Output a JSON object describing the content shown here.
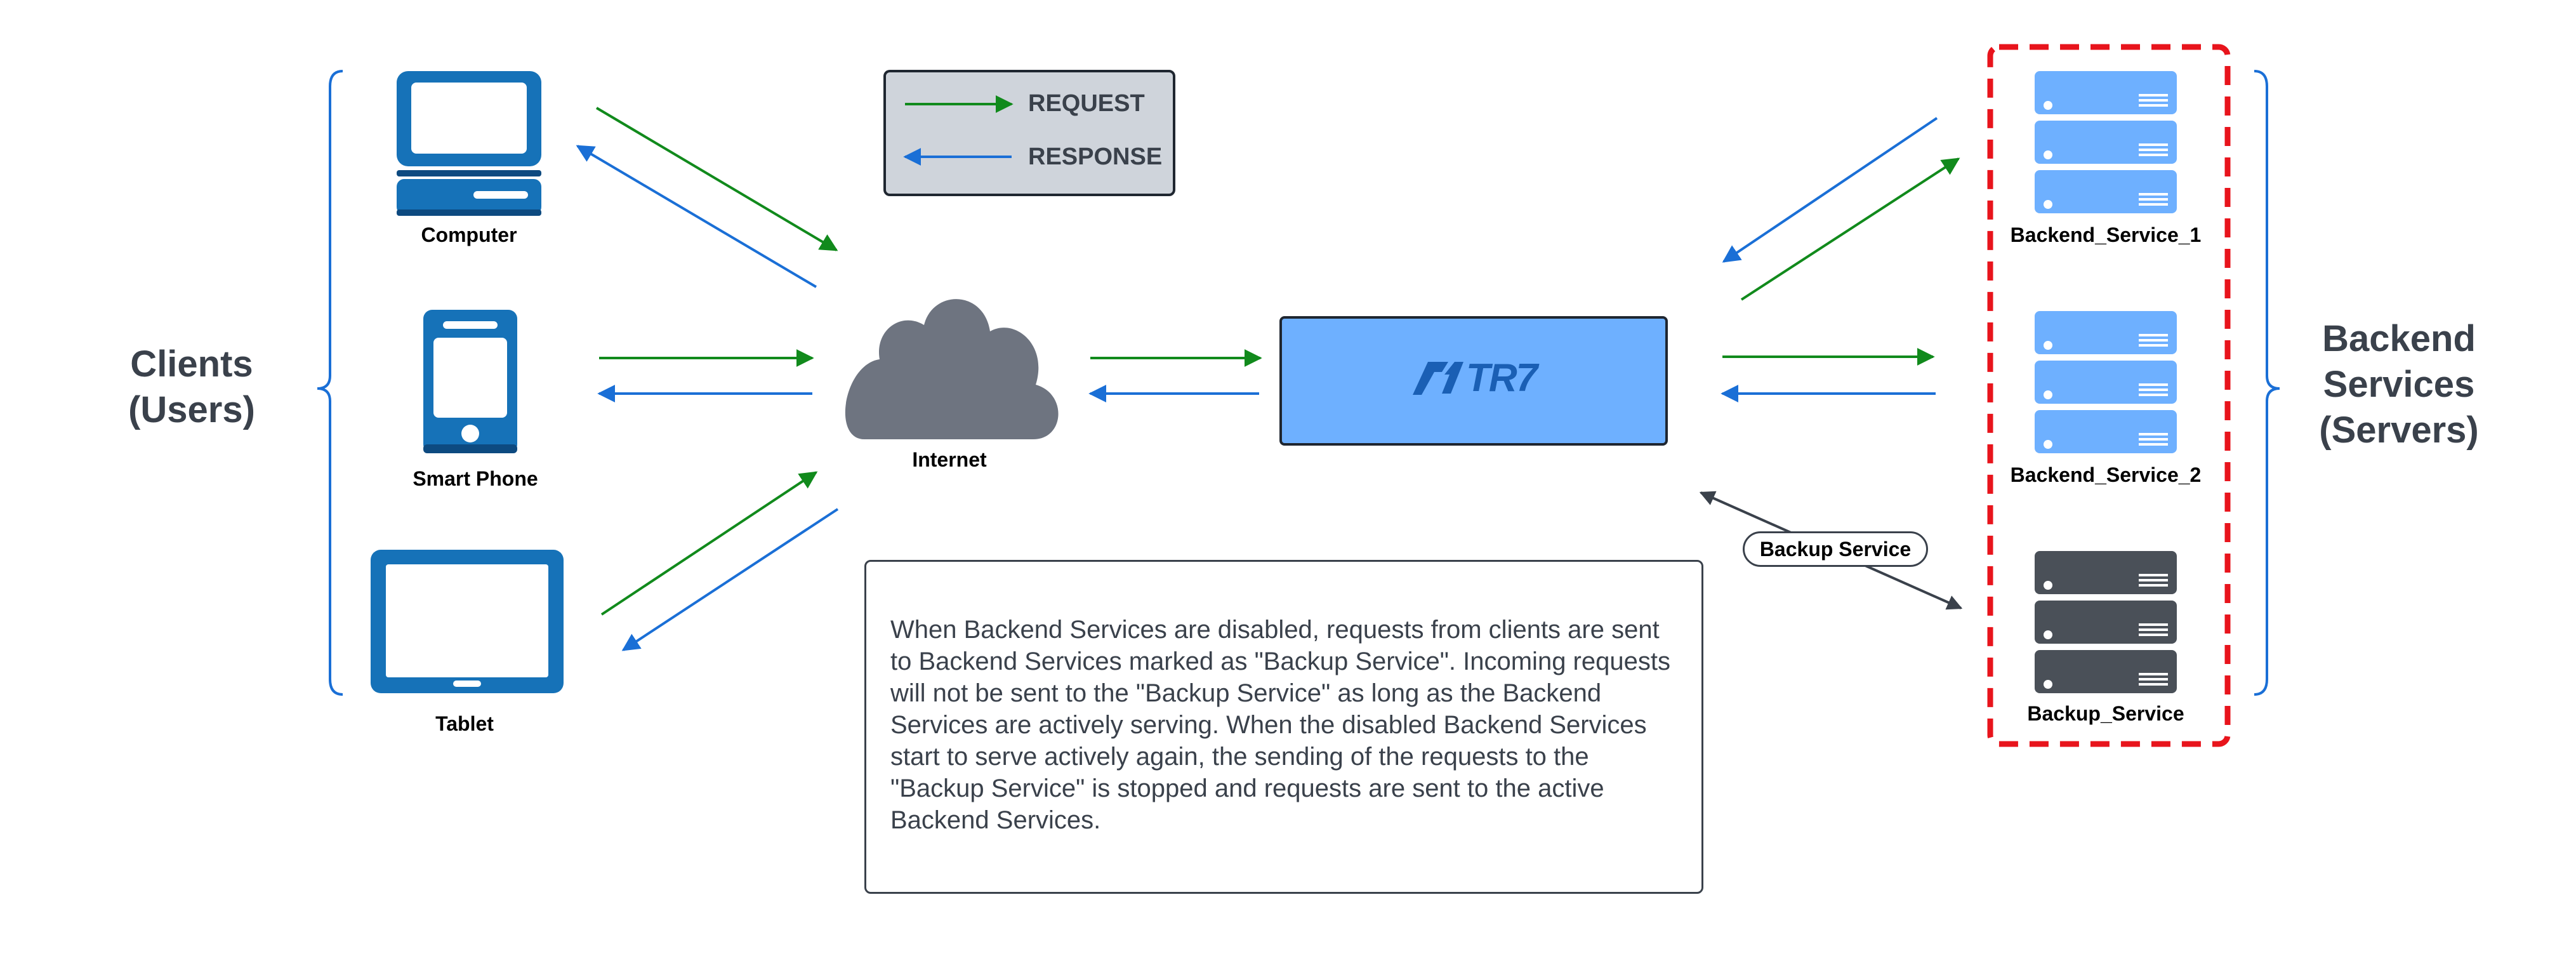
{
  "clients": {
    "title_line1": "Clients",
    "title_line2": "(Users)",
    "devices": [
      {
        "name": "computer",
        "label": "Computer",
        "icon": "computer-icon"
      },
      {
        "name": "smart-phone",
        "label": "Smart Phone",
        "icon": "smartphone-icon"
      },
      {
        "name": "tablet",
        "label": "Tablet",
        "icon": "tablet-icon"
      }
    ]
  },
  "legend": {
    "request_label": "REQUEST",
    "response_label": "RESPONSE"
  },
  "internet": {
    "label": "Internet",
    "icon": "cloud-icon"
  },
  "load_balancer": {
    "logo_text": "TR7",
    "icon": "tr7-logo-icon"
  },
  "backend": {
    "title_line1": "Backend",
    "title_line2": "Services",
    "title_line3": "(Servers)",
    "services": [
      {
        "name": "backend-service-1",
        "label": "Backend_Service_1",
        "status": "active"
      },
      {
        "name": "backend-service-2",
        "label": "Backend_Service_2",
        "status": "active"
      },
      {
        "name": "backup-service",
        "label": "Backup_Service",
        "status": "backup"
      }
    ]
  },
  "backup_link": {
    "label": "Backup Service"
  },
  "note": {
    "text": "When Backend Services are disabled, requests from clients are sent to Backend Services marked as \"Backup Service\". Incoming requests will not be sent to the \"Backup Service\" as long as the Backend Services are actively serving. When the disabled Backend Services start to serve actively again, the sending of the requests to the \"Backup Service\" is stopped and requests are sent to the active Backend Services."
  },
  "colors": {
    "request": "#118a1c",
    "response": "#1a6fd6",
    "device_blue": "#1672b8",
    "device_dark": "#0d4a80",
    "cloud": "#6e7480",
    "tr7_box": "#6eb0ff",
    "server_active": "#6eb0ff",
    "server_backup": "#4a5058",
    "backup_group_border": "#e8141c",
    "text_dark": "#3a414b"
  }
}
